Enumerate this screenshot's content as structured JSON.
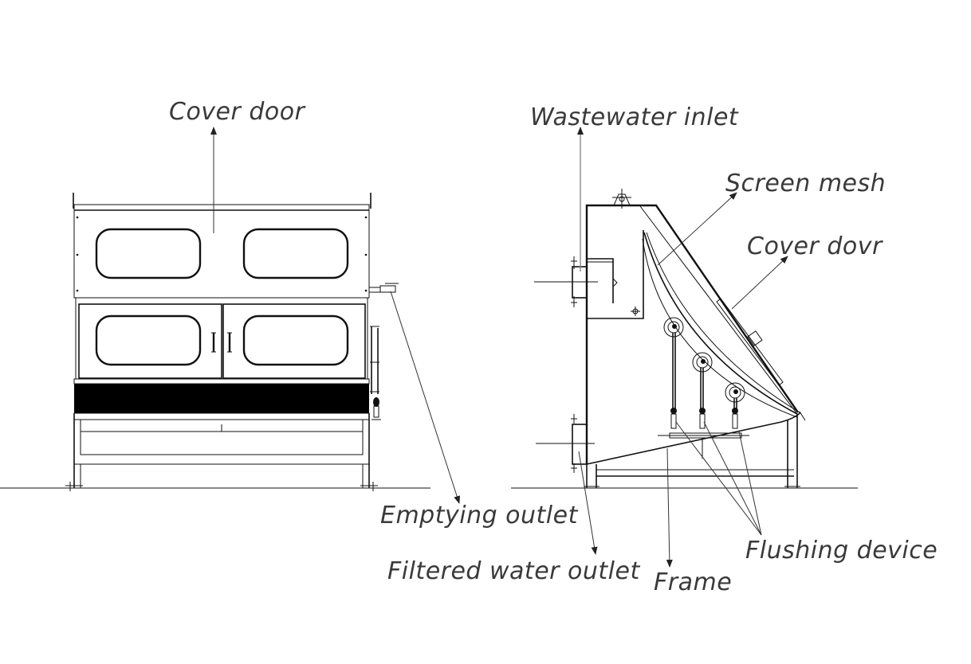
{
  "diagram": {
    "title": "Rotary drum / arc screen filter – front and side views",
    "views": [
      "front-view",
      "side-view"
    ],
    "labels": {
      "cover_door_front": "Cover door",
      "wastewater_inlet": "Wastewater inlet",
      "screen_mesh": "Screen mesh",
      "cover_door_side": "Cover dovr",
      "emptying_outlet": "Emptying outlet",
      "filtered_water_outlet": "Filtered water outlet",
      "frame": "Frame",
      "flushing_device": "Flushing device"
    },
    "colors": {
      "line": "#111111",
      "label_text": "#3a3a3a",
      "background": "#ffffff"
    }
  }
}
